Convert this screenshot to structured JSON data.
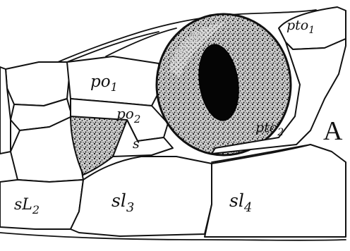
{
  "figure": {
    "panel_letter": "A",
    "labels": {
      "po1": {
        "base": "po",
        "sub": "1"
      },
      "po2": {
        "base": "po",
        "sub": "2"
      },
      "pto1": {
        "base": "pto",
        "sub": "1"
      },
      "pto2": {
        "base": "pto",
        "sub": "2"
      },
      "s": {
        "base": "s",
        "sub": ""
      },
      "sl2": {
        "base": "sL",
        "sub": "2"
      },
      "sl3": {
        "base": "sl",
        "sub": "3"
      },
      "sl4": {
        "base": "sl",
        "sub": "4"
      }
    }
  }
}
